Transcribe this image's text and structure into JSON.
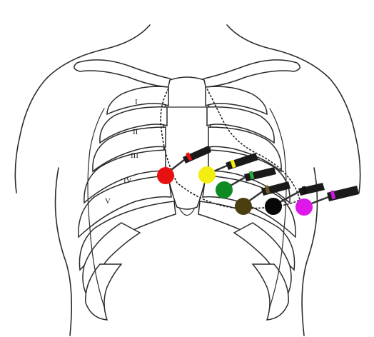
{
  "figure": {
    "rib_labels": [
      "I",
      "II",
      "III",
      "IV",
      "V"
    ]
  },
  "electrodes": [
    {
      "id": "V1",
      "color": "#e81010"
    },
    {
      "id": "V2",
      "color": "#f4ee10"
    },
    {
      "id": "V3",
      "color": "#0e8a22"
    },
    {
      "id": "V4",
      "color": "#4b3f10"
    },
    {
      "id": "V5",
      "color": "#080808"
    },
    {
      "id": "V6",
      "color": "#dd18e8"
    }
  ],
  "connector_band_colors": [
    "#e81010",
    "#f4ee10",
    "#2ea83a",
    "#6b5a22",
    "#111111",
    "#c81ad8"
  ],
  "colors": {
    "outline": "#2a2a2a",
    "cable": "#333333",
    "connector_body": "#1a1a1a"
  }
}
